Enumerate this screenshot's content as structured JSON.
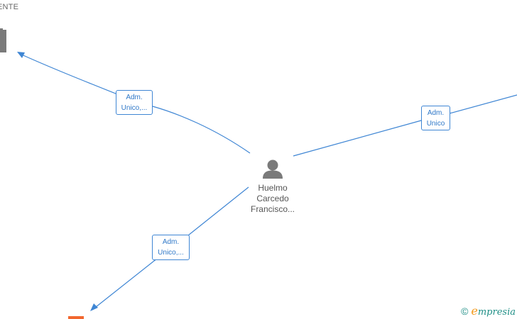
{
  "top_label": "ENTE",
  "person": {
    "name_lines": [
      "Huelmo",
      "Carcedo",
      "Francisco..."
    ],
    "icon": "person-icon"
  },
  "relations": [
    {
      "id": "rel-top-left",
      "lines": [
        "Adm.",
        "Unico,..."
      ]
    },
    {
      "id": "rel-right",
      "lines": [
        "Adm.",
        "Unico"
      ]
    },
    {
      "id": "rel-bottom-left",
      "lines": [
        "Adm.",
        "Unico,..."
      ]
    }
  ],
  "watermark": {
    "copyright": "©",
    "brand_first": "e",
    "brand_rest": "mpresia"
  },
  "colors": {
    "edge": "#3f86d4",
    "person_icon": "#7a7a7a",
    "company_icon": "#7a7a7a",
    "company_alert": "#f2672e",
    "brand": "#1f8f86"
  }
}
